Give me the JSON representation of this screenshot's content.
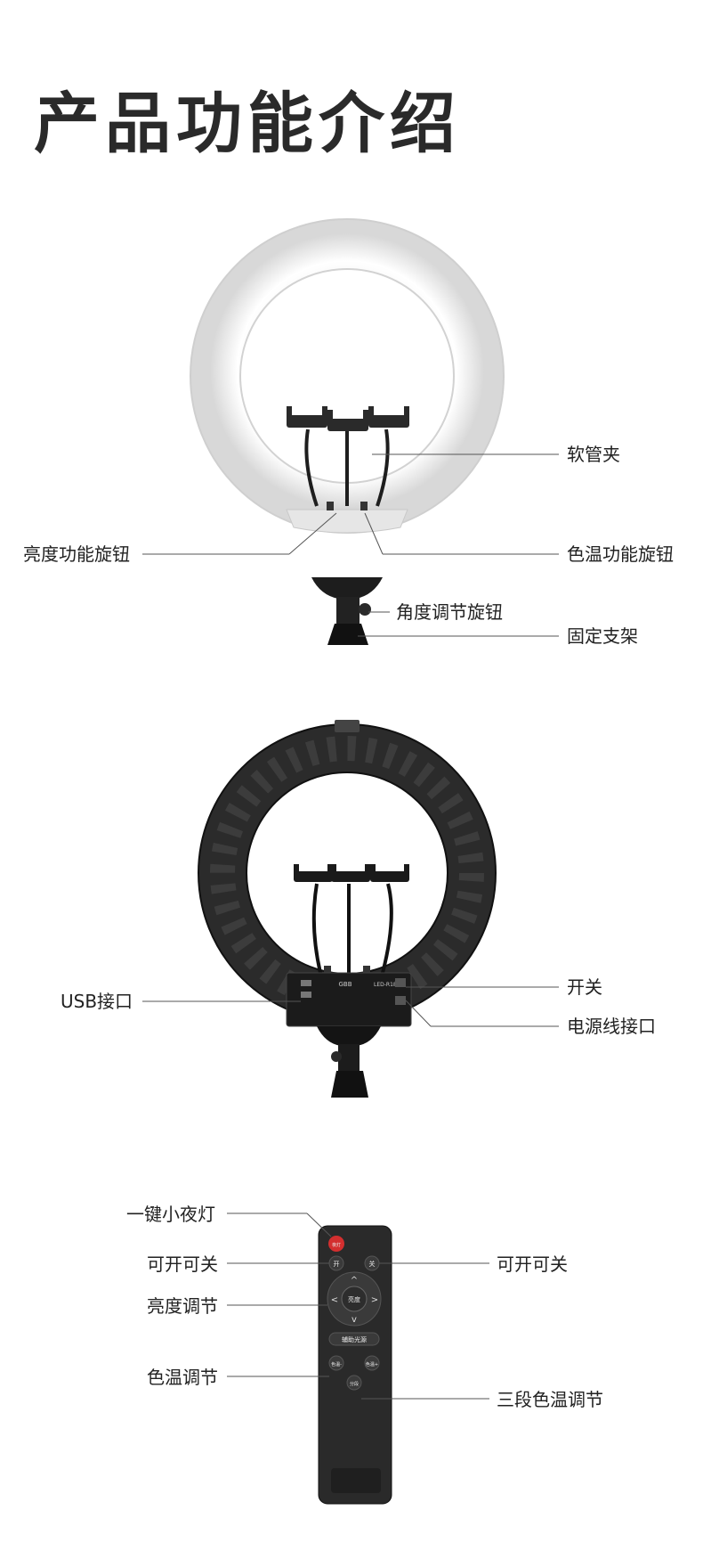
{
  "page": {
    "title": "产品功能介绍"
  },
  "section1": {
    "labels": {
      "hose_clip": "软管夹",
      "brightness_knob": "亮度功能旋钮",
      "color_temp_knob": "色温功能旋钮",
      "angle_knob": "角度调节旋钮",
      "fixed_mount": "固定支架"
    }
  },
  "section2": {
    "labels": {
      "usb_port": "USB接口",
      "power_switch": "开关",
      "power_port": "电源线接口"
    },
    "panel_text": {
      "brand": "GBB",
      "model": "LED-R18"
    }
  },
  "section3": {
    "labels": {
      "night_light": "一键小夜灯",
      "on_off_left": "可开可关",
      "on_off_right": "可开可关",
      "brightness_adjust": "亮度调节",
      "color_temp_adjust": "色温调节",
      "three_stage": "三段色温调节"
    },
    "remote_buttons": {
      "night": "夜灯",
      "on": "开",
      "off": "关",
      "center": "亮度",
      "aux": "辅助光源",
      "temp_minus": "色温-",
      "temp_plus": "色温+",
      "segment": "分段"
    }
  }
}
